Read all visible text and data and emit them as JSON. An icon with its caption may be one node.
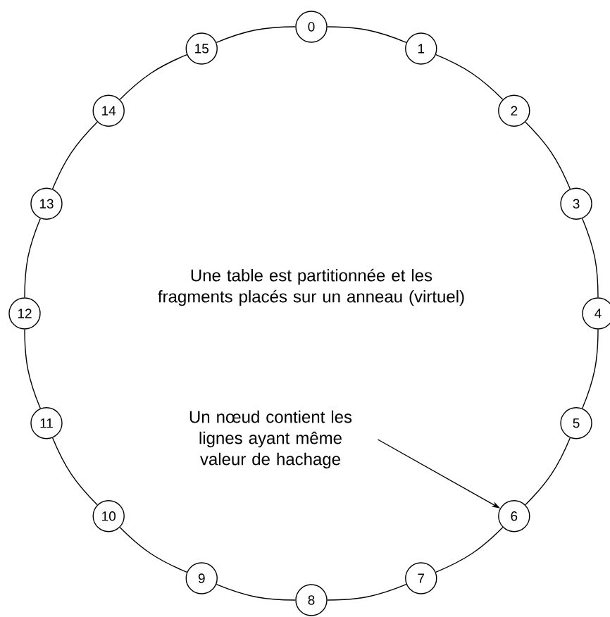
{
  "diagram": {
    "nodes": [
      {
        "text": [
          "0"
        ]
      },
      {
        "text": [
          "1"
        ]
      },
      {
        "text": [
          "2"
        ]
      },
      {
        "text": [
          "3"
        ]
      },
      {
        "text": [
          "4"
        ]
      },
      {
        "text": [
          "5"
        ]
      },
      {
        "text": [
          "6"
        ]
      },
      {
        "text": [
          "7"
        ]
      },
      {
        "text": [
          "8"
        ]
      },
      {
        "text": [
          "9"
        ]
      },
      {
        "text": [
          "10"
        ]
      },
      {
        "text": [
          "11"
        ]
      },
      {
        "text": [
          "12"
        ]
      },
      {
        "text": [
          "13"
        ]
      },
      {
        "text": [
          "14"
        ]
      },
      {
        "text": [
          "15"
        ]
      },
      {
        "text": [
          "Un nœud contient les lignes ayant même valeur de hachage"
        ]
      }
    ],
    "edges": [
      {
        "from": 0,
        "to": 1,
        "arrow": "none"
      },
      {
        "from": 1,
        "to": 2,
        "arrow": "none"
      },
      {
        "from": 2,
        "to": 3,
        "arrow": "none"
      },
      {
        "from": 3,
        "to": 4,
        "arrow": "none"
      },
      {
        "from": 4,
        "to": 5,
        "arrow": "none"
      },
      {
        "from": 5,
        "to": 6,
        "arrow": "none"
      },
      {
        "from": 6,
        "to": 7,
        "arrow": "none"
      },
      {
        "from": 7,
        "to": 8,
        "arrow": "none"
      },
      {
        "from": 8,
        "to": 9,
        "arrow": "none"
      },
      {
        "from": 9,
        "to": 10,
        "arrow": "none"
      },
      {
        "from": 10,
        "to": 11,
        "arrow": "none"
      },
      {
        "from": 11,
        "to": 12,
        "arrow": "none"
      },
      {
        "from": 12,
        "to": 13,
        "arrow": "none"
      },
      {
        "from": 13,
        "to": 14,
        "arrow": "none"
      },
      {
        "from": 14,
        "to": 15,
        "arrow": "none"
      },
      {
        "from": 15,
        "to": 0,
        "arrow": "none"
      },
      {
        "from": 16,
        "to": 6,
        "arrow": "to"
      }
    ],
    "labels": [
      "Une table est partitionnée et les fragments placés sur un anneau (virtuel)"
    ]
  }
}
